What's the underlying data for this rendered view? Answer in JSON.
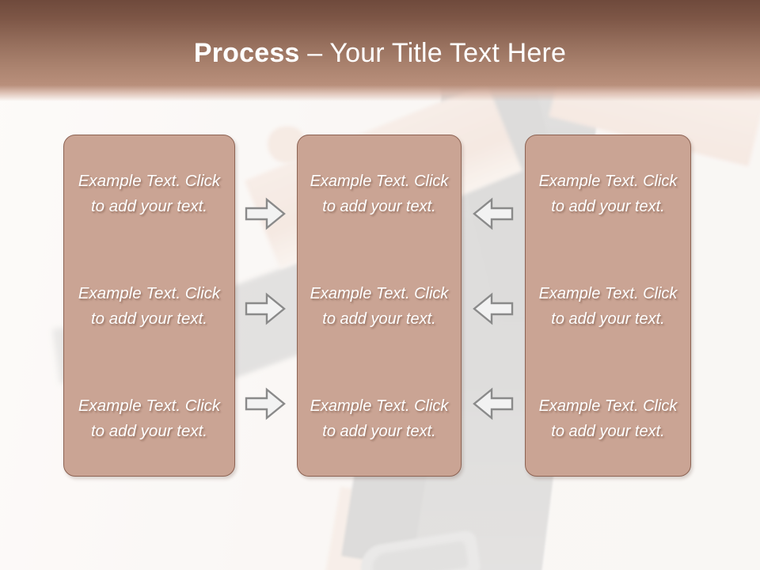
{
  "slide": {
    "title_bold": "Process",
    "title_rest": " – Your Title Text Here",
    "colors": {
      "header_dark": "#6f4a3c",
      "header_light": "#b98f7b",
      "box_fill": "#caa494",
      "box_border": "#8d6353",
      "text": "#ffffff",
      "arrow_fill": "#f2f2f2",
      "arrow_stroke": "#808080",
      "background": "#faf8f6"
    }
  },
  "columns": [
    {
      "id": "column-1",
      "items": [
        "Example Text. Click  to add your text.",
        "Example Text. Click  to add your text.",
        "Example Text. Click  to add your text."
      ]
    },
    {
      "id": "column-2",
      "items": [
        "Example Text. Click  to add your text.",
        "Example Text. Click  to add your text.",
        "Example Text. Click  to add your text."
      ]
    },
    {
      "id": "column-3",
      "items": [
        "Example Text. Click  to add your text.",
        "Example Text. Click  to add your text.",
        "Example Text. Click  to add your text."
      ]
    }
  ],
  "arrows": {
    "left_group_direction": "right",
    "right_group_direction": "left",
    "rows": 3
  }
}
